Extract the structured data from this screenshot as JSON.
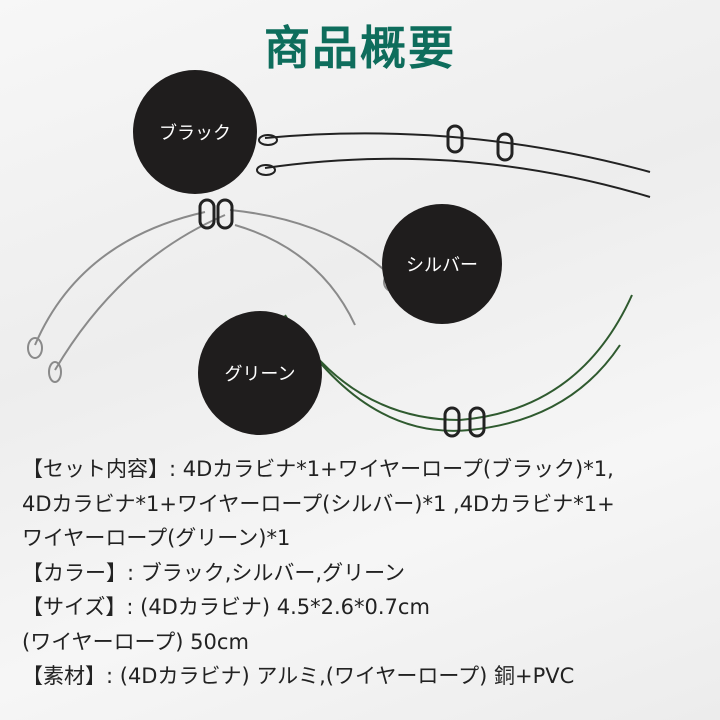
{
  "title": "商品概要",
  "colors": {
    "title": "#0e6d5c",
    "circle": "#1f1d1d",
    "black_wire": "#222222",
    "silver_wire": "#8a8a8a",
    "green_wire": "#2f5a2f"
  },
  "labels": {
    "black": "ブラック",
    "silver": "シルバー",
    "green": "グリーン"
  },
  "specs": [
    "【セット内容】: 4Dカラビナ*1+ワイヤーロープ(ブラック)*1,",
    "4Dカラビナ*1+ワイヤーロープ(シルバー)*1 ,4Dカラビナ*1+",
    "ワイヤーロープ(グリーン)*1",
    "【カラー】: ブラック,シルバー,グリーン",
    "【サイズ】: (4Dカラビナ) 4.5*2.6*0.7cm",
    "(ワイヤーロープ) 50cm",
    "【素材】: (4Dカラビナ) アルミ,(ワイヤーロープ) 銅+PVC"
  ]
}
